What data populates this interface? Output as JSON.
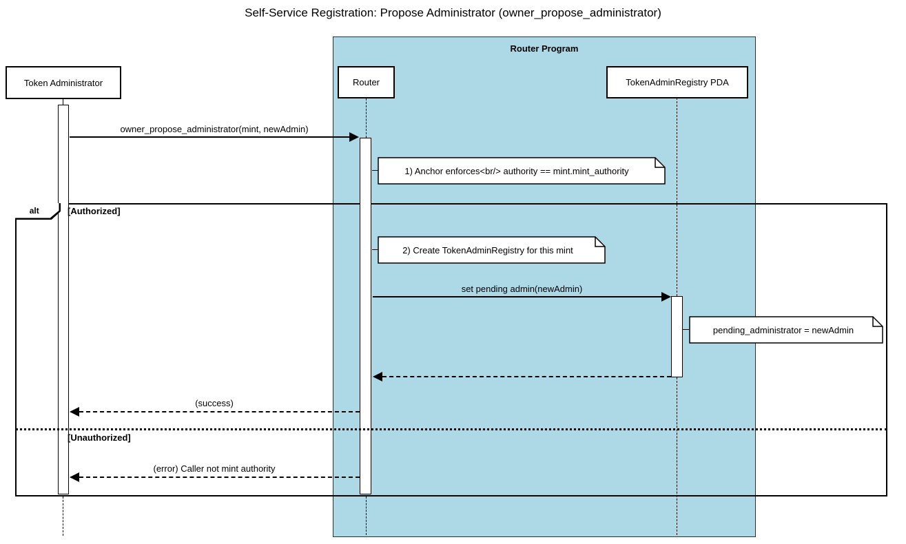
{
  "title": "Self-Service Registration: Propose Administrator (owner_propose_administrator)",
  "container": {
    "label": "Router Program",
    "fill": "#add8e6"
  },
  "participants": [
    {
      "id": "token-admin",
      "label": "Token Administrator"
    },
    {
      "id": "router",
      "label": "Router"
    },
    {
      "id": "registry-pda",
      "label": "TokenAdminRegistry PDA"
    }
  ],
  "alt": {
    "operator": "alt",
    "guards": [
      "[Authorized]",
      "[Unauthorized]"
    ]
  },
  "messages": [
    {
      "label": "owner_propose_administrator(mint, newAdmin)",
      "from": "Token Administrator",
      "to": "Router",
      "style": "solid"
    },
    {
      "label": "set pending admin(newAdmin)",
      "from": "Router",
      "to": "TokenAdminRegistry PDA",
      "style": "solid"
    },
    {
      "label": "",
      "from": "TokenAdminRegistry PDA",
      "to": "Router",
      "style": "dashed-return"
    },
    {
      "label": "(success)",
      "from": "Router",
      "to": "Token Administrator",
      "style": "dashed-return"
    },
    {
      "label": "(error) Caller not mint authority",
      "from": "Router",
      "to": "Token Administrator",
      "style": "dashed-return"
    }
  ],
  "notes": [
    {
      "text": "1) Anchor enforces<br/> authority == mint.mint_authority",
      "attached_to": "Router"
    },
    {
      "text": "2) Create TokenAdminRegistry for this mint",
      "attached_to": "Router"
    },
    {
      "text": "pending_administrator = newAdmin",
      "attached_to": "TokenAdminRegistry PDA"
    }
  ],
  "colors": {
    "container_fill": "#add8e6",
    "note_fill": "#ffffff",
    "line": "#000000",
    "background": "#ffffff"
  }
}
